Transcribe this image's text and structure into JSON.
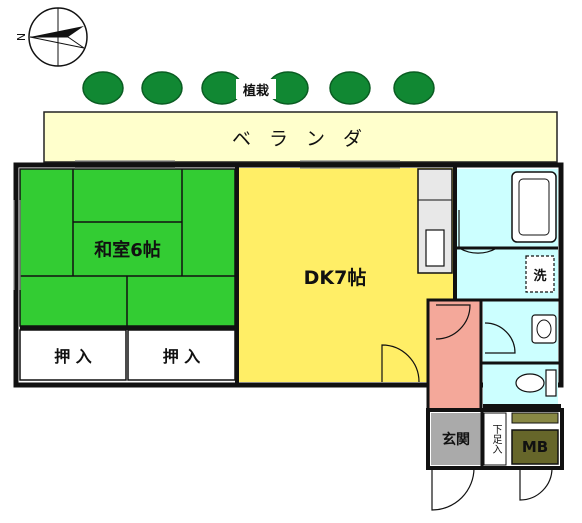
{
  "compass": {
    "label": "N"
  },
  "labels": {
    "planting": "植栽",
    "veranda": "ベ ラ ン ダ",
    "washitsu": "和室6帖",
    "dk": "DK7帖",
    "oshiire_1": "押 入",
    "oshiire_2": "押 入",
    "washer": "洗",
    "genkan": "玄関",
    "getabako": "下足入",
    "mb": "MB"
  },
  "colors": {
    "tatami": "#33cc33",
    "dk": "#ffee66",
    "veranda": "#ffffcc",
    "water": "#ccffff",
    "corridor": "#f4a89a",
    "genkan": "#aaaaaa",
    "mb": "#66662a",
    "tree": "#118833",
    "wall": "#111111"
  }
}
